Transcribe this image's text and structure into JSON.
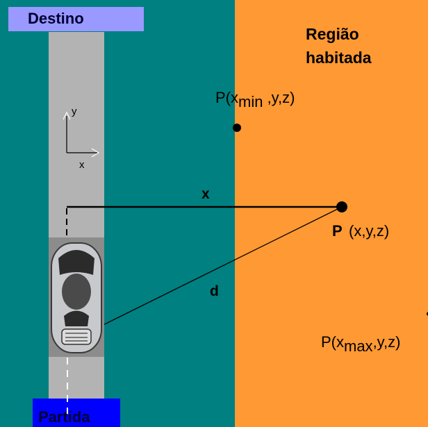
{
  "labels": {
    "destino": "Destino",
    "partida": "Partida",
    "regiao_line1": "Região",
    "regiao_line2": "habitada",
    "pmin_prefix": "P(x",
    "pmin_sub": "min",
    "pmin_suffix": " ,y,z)",
    "pmax_prefix": "P(x",
    "pmax_sub": "max",
    "pmax_suffix": ",y,z)",
    "x_label": "x",
    "d_label": "d",
    "p_bold": "P",
    "p_coords": "(x,y,z)",
    "axis_y": "y",
    "axis_x": "x"
  },
  "colors": {
    "teal_region": "#008080",
    "orange_region": "#ff9933",
    "road": "#b3b3b3",
    "destino_box": "#9999ff",
    "partida_box": "#0000ff"
  },
  "icons": {
    "car": "car-top-view-icon"
  }
}
